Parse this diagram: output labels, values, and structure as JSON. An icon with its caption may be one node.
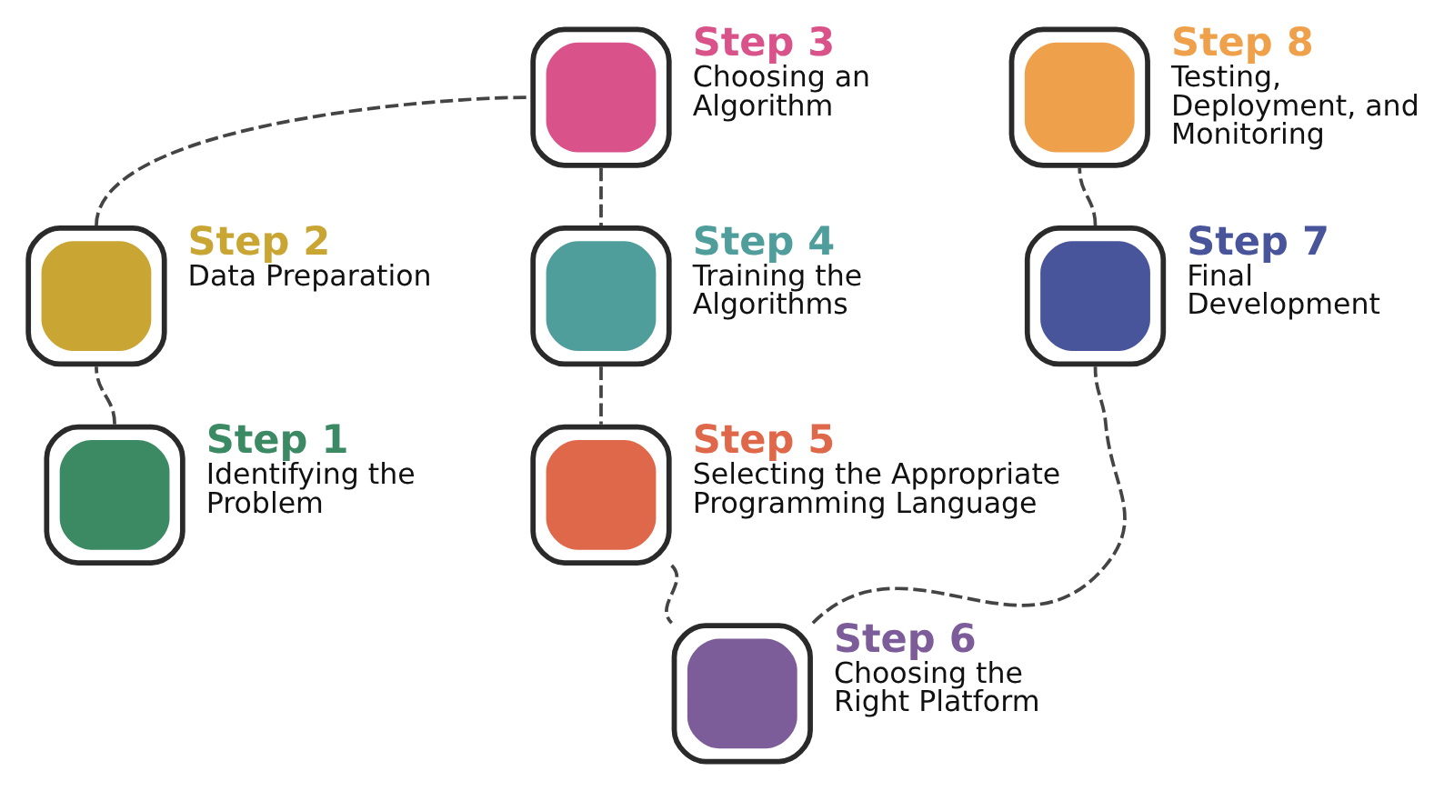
{
  "diagram": {
    "nodes": [
      {
        "text": [
          "Step 1",
          "Identifying the Problem"
        ]
      },
      {
        "text": [
          "Step 2",
          "Data Preparation"
        ]
      },
      {
        "text": [
          "Step 3",
          "Choosing an Algorithm"
        ]
      },
      {
        "text": [
          "Step 4",
          "Training the Algorithms"
        ]
      },
      {
        "text": [
          "Step 5",
          "Selecting the Appropriate Programming Language"
        ]
      },
      {
        "text": [
          "Step 6",
          "Choosing the Right Platform"
        ]
      },
      {
        "text": [
          "Step 7",
          "Final Development"
        ]
      },
      {
        "text": [
          "Step 8",
          "Testing, Deployment, and Monitoring"
        ]
      }
    ],
    "edges": [
      {
        "from": 0,
        "to": 1,
        "arrow": "none",
        "style": "dashed"
      },
      {
        "from": 1,
        "to": 2,
        "arrow": "none",
        "style": "dashed"
      },
      {
        "from": 2,
        "to": 3,
        "arrow": "none",
        "style": "dashed"
      },
      {
        "from": 3,
        "to": 4,
        "arrow": "none",
        "style": "dashed"
      },
      {
        "from": 4,
        "to": 5,
        "arrow": "none",
        "style": "dashed"
      },
      {
        "from": 5,
        "to": 6,
        "arrow": "none",
        "style": "dashed"
      },
      {
        "from": 6,
        "to": 7,
        "arrow": "none",
        "style": "dashed"
      }
    ]
  }
}
